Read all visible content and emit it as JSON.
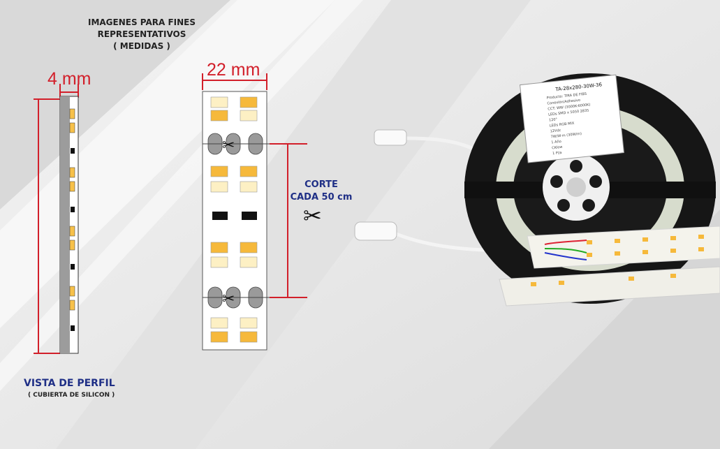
{
  "note": {
    "line1": "IMAGENES  PARA  FINES",
    "line2": "REPRESENTATIVOS",
    "line3": "(  MEDIDAS )"
  },
  "profile": {
    "width_label": "4 mm",
    "title": "VISTA DE PERFIL",
    "subtitle": "( CUBIERTA DE SILICON )"
  },
  "front": {
    "width_label": "22 mm"
  },
  "cut": {
    "line1": "CORTE",
    "line2": "CADA  50 cm"
  },
  "reel_label": {
    "model": "TA-28x280-30W-36",
    "lines": [
      "Producto:   TIRA DE FIBS",
      "Conexión/Adhesivo",
      "CCT: WW (3000K-6000K)",
      "LEDs SMD x 5050 2835",
      "120°",
      "LEDs RGB MIX",
      "12Vdc",
      "7W/W‧m (30W/m)",
      "1 Año",
      "CKlow",
      "1 Pza"
    ]
  },
  "colors": {
    "dimension": "#d21f2a",
    "caption": "#1f2f86",
    "led_warm": "#f6b93b",
    "led_cool": "#fdf0c4"
  }
}
